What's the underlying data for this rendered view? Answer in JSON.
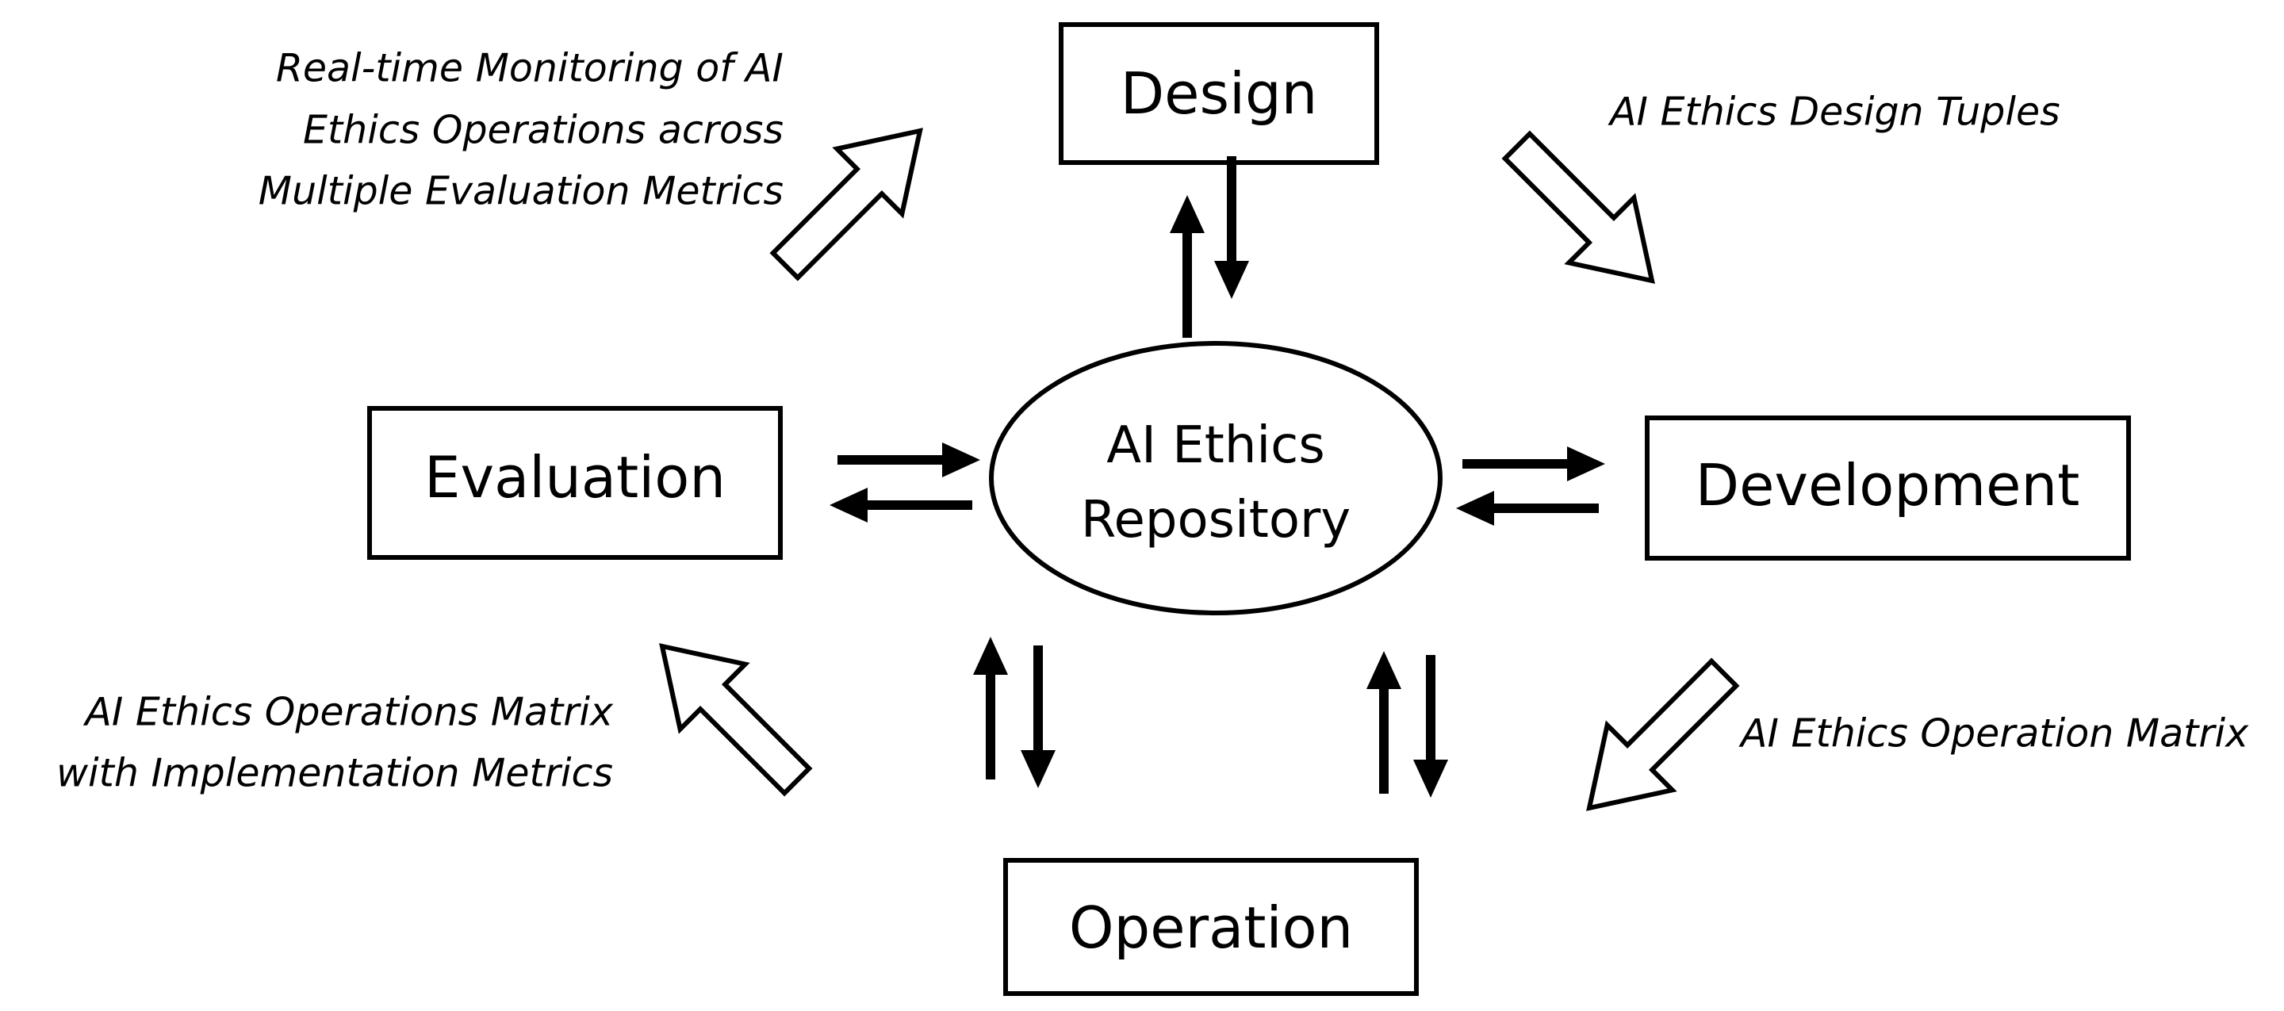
{
  "nodes": {
    "design": "Design",
    "evaluation": "Evaluation",
    "development": "Development",
    "operation": "Operation",
    "repository": {
      "line1": "AI Ethics",
      "line2": "Repository"
    }
  },
  "flows": {
    "evaluation_to_design": {
      "line1": "Real-time Monitoring of AI",
      "line2": "Ethics Operations across",
      "line3": "Multiple Evaluation Metrics"
    },
    "design_to_development": {
      "line1": "AI Ethics Design Tuples"
    },
    "development_to_operation": {
      "line1": "AI Ethics Operation Matrix"
    },
    "operation_to_evaluation": {
      "line1": "AI Ethics Operations Matrix",
      "line2": "with Implementation Metrics"
    }
  }
}
